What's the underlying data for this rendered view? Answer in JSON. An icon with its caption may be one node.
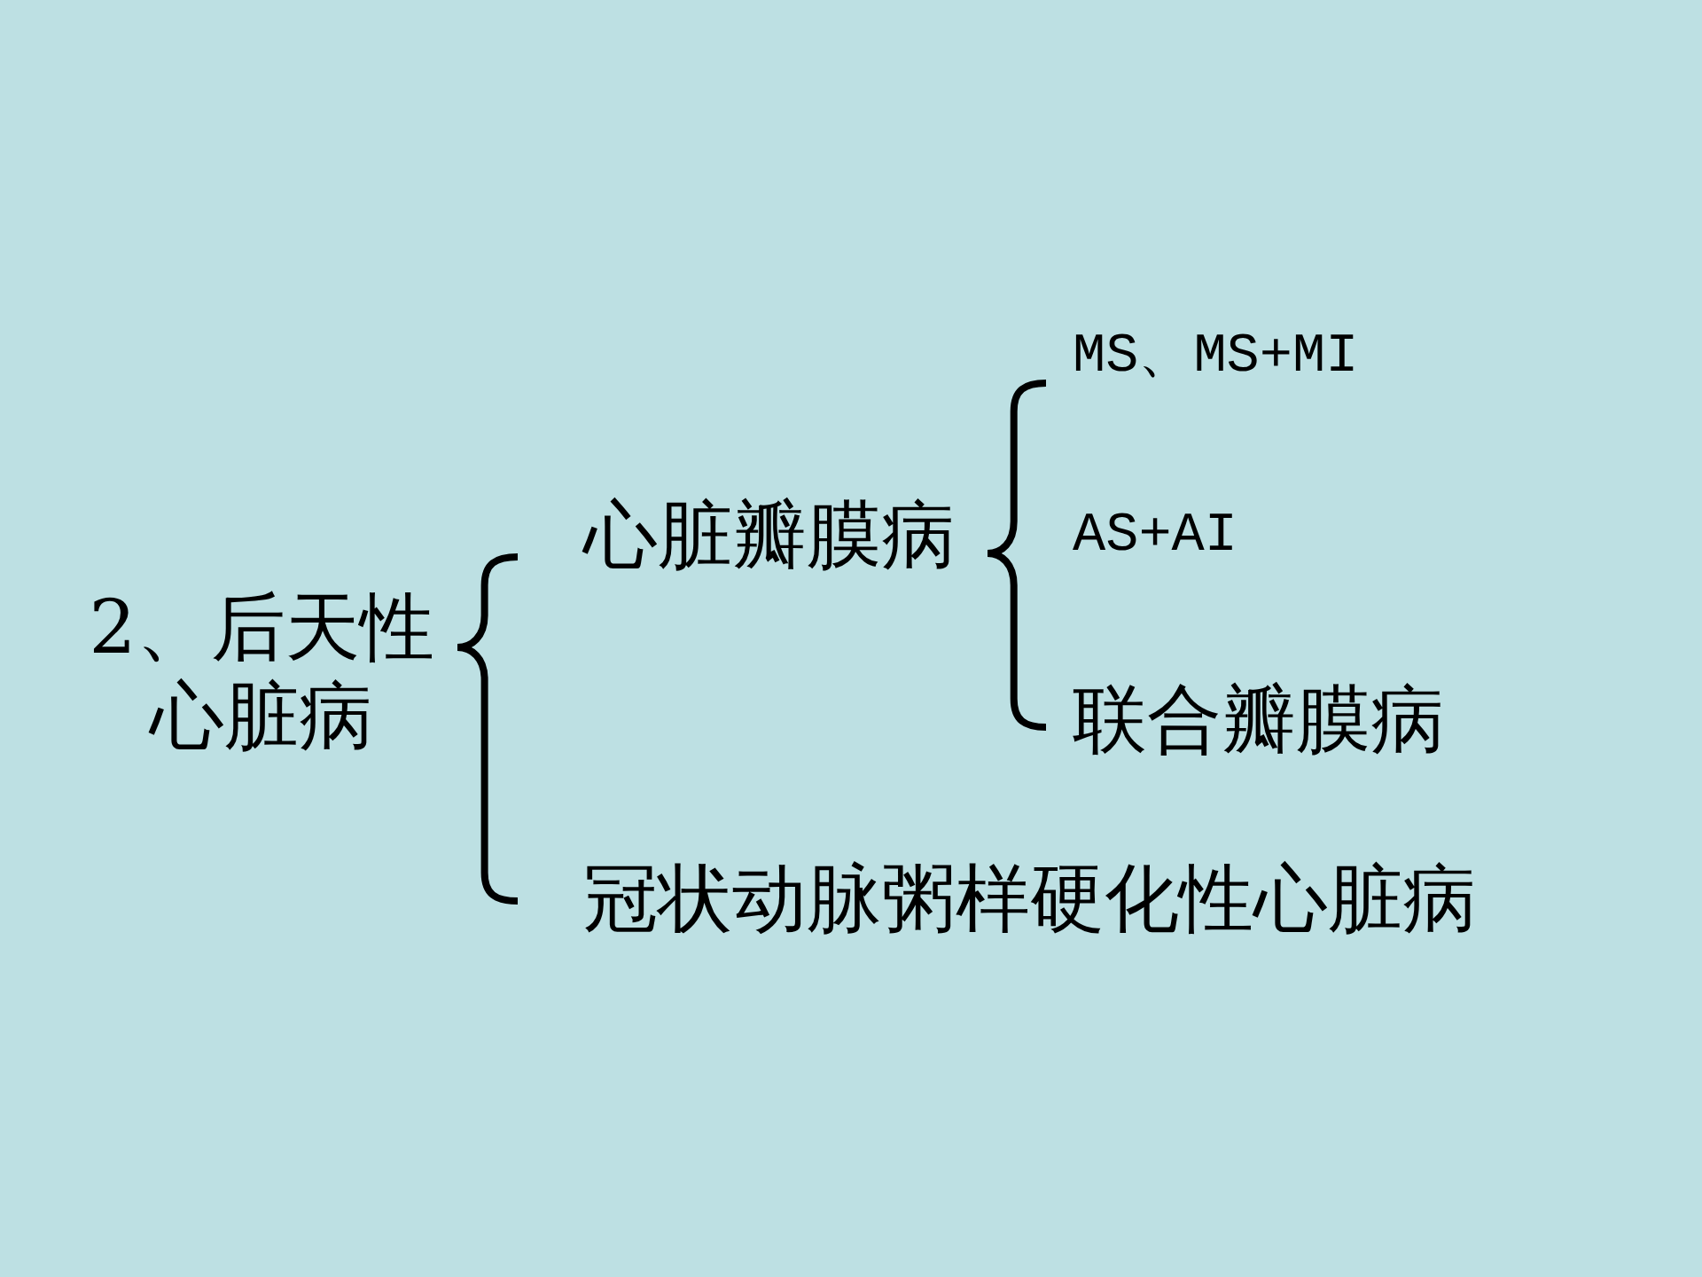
{
  "diagram": {
    "nodes": [
      {
        "text": [
          "2、后天性心脏病"
        ]
      },
      {
        "text": [
          "心脏瓣膜病"
        ]
      },
      {
        "text": [
          "冠状动脉粥样硬化性心脏病"
        ]
      },
      {
        "text": [
          "MS、MS+MI"
        ]
      },
      {
        "text": [
          "AS+AI"
        ]
      },
      {
        "text": [
          "联合瓣膜病"
        ]
      }
    ]
  }
}
